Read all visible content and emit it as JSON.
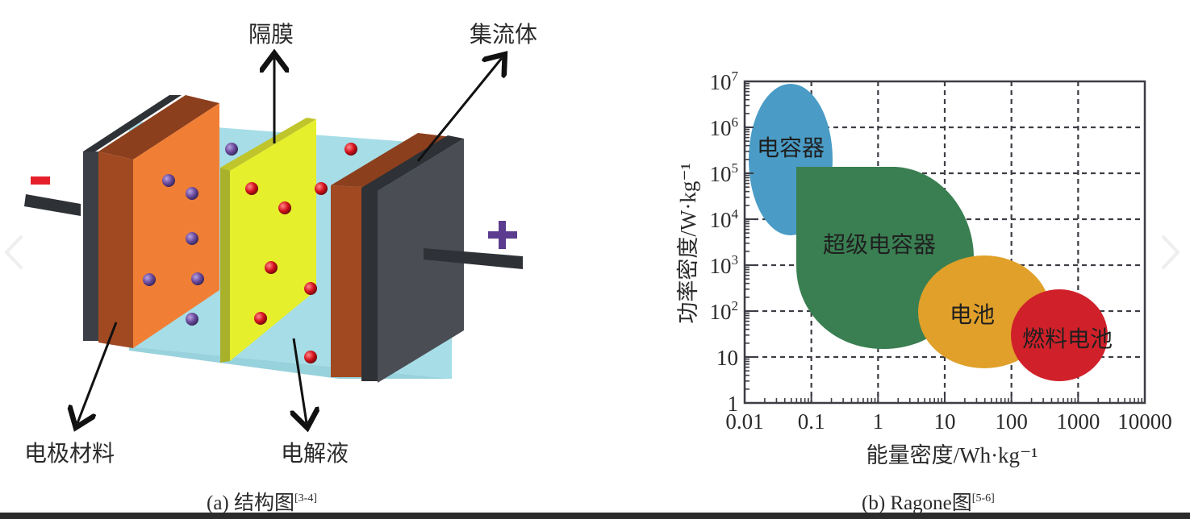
{
  "figure_a": {
    "caption_main": "(a) 结构图",
    "caption_ref": "[3-4]",
    "labels": {
      "separator": "隔膜",
      "current_collector": "集流体",
      "electrode_material": "电极材料",
      "electrolyte": "电解液"
    },
    "terminals": {
      "negative": "-",
      "positive": "+"
    },
    "colors": {
      "collector": "#3c3f45",
      "collector_face": "#4a4d53",
      "electrode_edge": "#a14a22",
      "electrode_face": "#f07f35",
      "electrolyte": "#a6dde6",
      "separator": "#e6ef2c",
      "separator_edge": "#a9b12a",
      "anion": "#6a4a9c",
      "cation": "#d4111c",
      "neg_sign": "#e5202a",
      "pos_sign": "#5b3c8e"
    }
  },
  "figure_b": {
    "caption_main": "(b) Ragone图",
    "caption_ref": "[5-6]"
  },
  "navigation": {
    "prev": "previous-image",
    "next": "next-image"
  },
  "chart_data": {
    "type": "scatter",
    "title": "Ragone图",
    "xlabel": "能量密度/Wh·kg⁻¹",
    "ylabel": "功率密度/W·kg⁻¹",
    "xscale": "log",
    "yscale": "log",
    "xlim": [
      0.01,
      10000
    ],
    "ylim": [
      1,
      10000000
    ],
    "xticks": [
      "0.01",
      "0.1",
      "1",
      "10",
      "100",
      "1000",
      "10000"
    ],
    "yticks": [
      "1",
      "10",
      "10²",
      "10³",
      "10⁴",
      "10⁵",
      "10⁶",
      "10⁷"
    ],
    "grid": true,
    "grid_style": "dashed",
    "legend": "none (regions labeled inline)",
    "regions": [
      {
        "name": "电容器",
        "color": "#4a9cc6",
        "energy_range": [
          0.012,
          0.1
        ],
        "power_range": [
          5000,
          8000000
        ]
      },
      {
        "name": "超级电容器",
        "color": "#3a7f52",
        "energy_range": [
          0.06,
          30
        ],
        "power_range": [
          20,
          150000
        ]
      },
      {
        "name": "电池",
        "color": "#e0a02a",
        "energy_range": [
          10,
          350
        ],
        "power_range": [
          8,
          1500
        ]
      },
      {
        "name": "燃料电池",
        "color": "#d0212a",
        "energy_range": [
          100,
          3500
        ],
        "power_range": [
          5,
          300
        ]
      }
    ]
  }
}
